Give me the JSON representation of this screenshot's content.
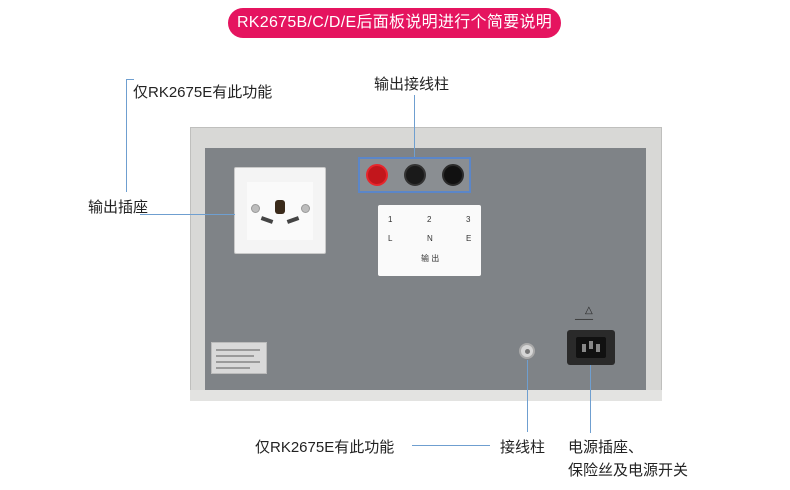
{
  "title": "RK2675B/C/D/E后面板说明进行个简要说明",
  "labels": {
    "rk2675e_top": "仅RK2675E有此功能",
    "output_terminal": "输出接线柱",
    "output_socket": "输出插座",
    "rk2675e_bottom": "仅RK2675E有此功能",
    "binding_post": "接线柱",
    "power_socket_line1": "电源插座、",
    "power_socket_line2": "保险丝及电源开关"
  },
  "panel_card": {
    "numbers": [
      "1",
      "2",
      "3"
    ],
    "letters": [
      "L",
      "N",
      "E"
    ],
    "caption": "输 出"
  },
  "colors": {
    "title_bg": "#e5145f",
    "callout_line": "#6f9fd0",
    "highlight_box": "#5b86c8",
    "panel": "#7f8387"
  }
}
